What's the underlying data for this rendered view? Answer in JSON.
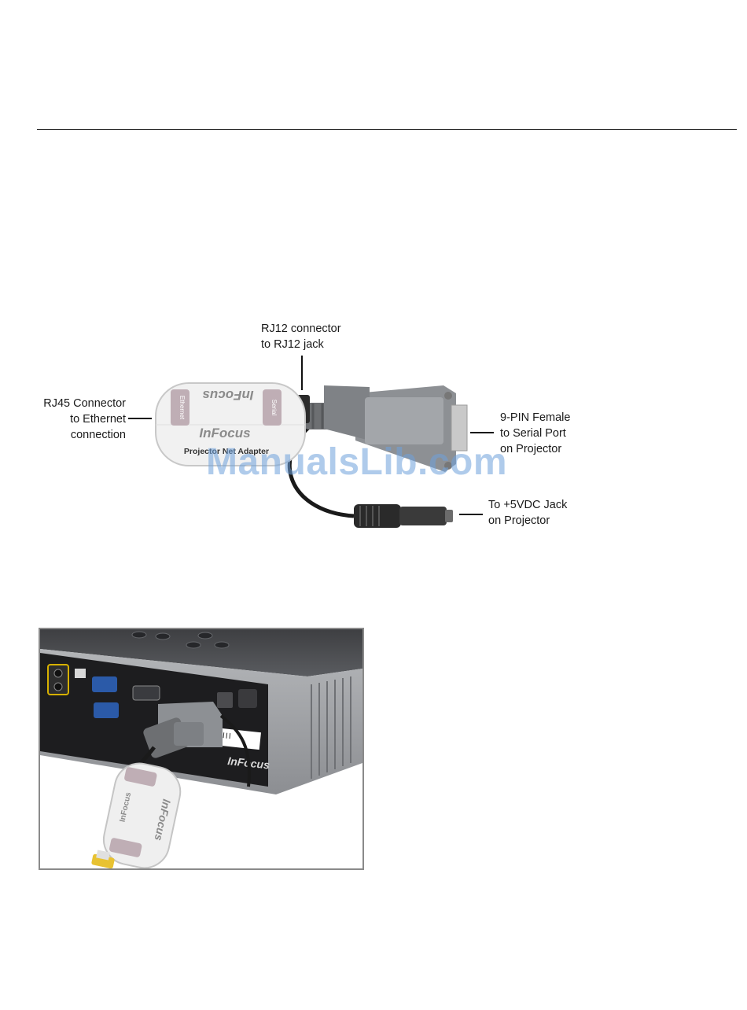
{
  "callouts": {
    "rj12": [
      "RJ12 connector",
      "to RJ12 jack"
    ],
    "rj45": [
      "RJ45 Connector",
      "to Ethernet",
      "connection"
    ],
    "serial": [
      "9-PIN Female",
      "to Serial Port",
      "on Projector"
    ],
    "power": [
      "To +5VDC Jack",
      "on Projector"
    ]
  },
  "adapter_labels": {
    "brand_top": "InFocus",
    "brand_front": "InFocus",
    "ethernet_tag": "Ethernet",
    "serial_tag": "Serial",
    "model": "Projector Net Adapter"
  },
  "watermark": "ManualsLib.com",
  "photo_labels": {
    "projector_brand": "InFocus",
    "adapter_brand": "InFocus",
    "adapter_vertical": "InFocus"
  }
}
